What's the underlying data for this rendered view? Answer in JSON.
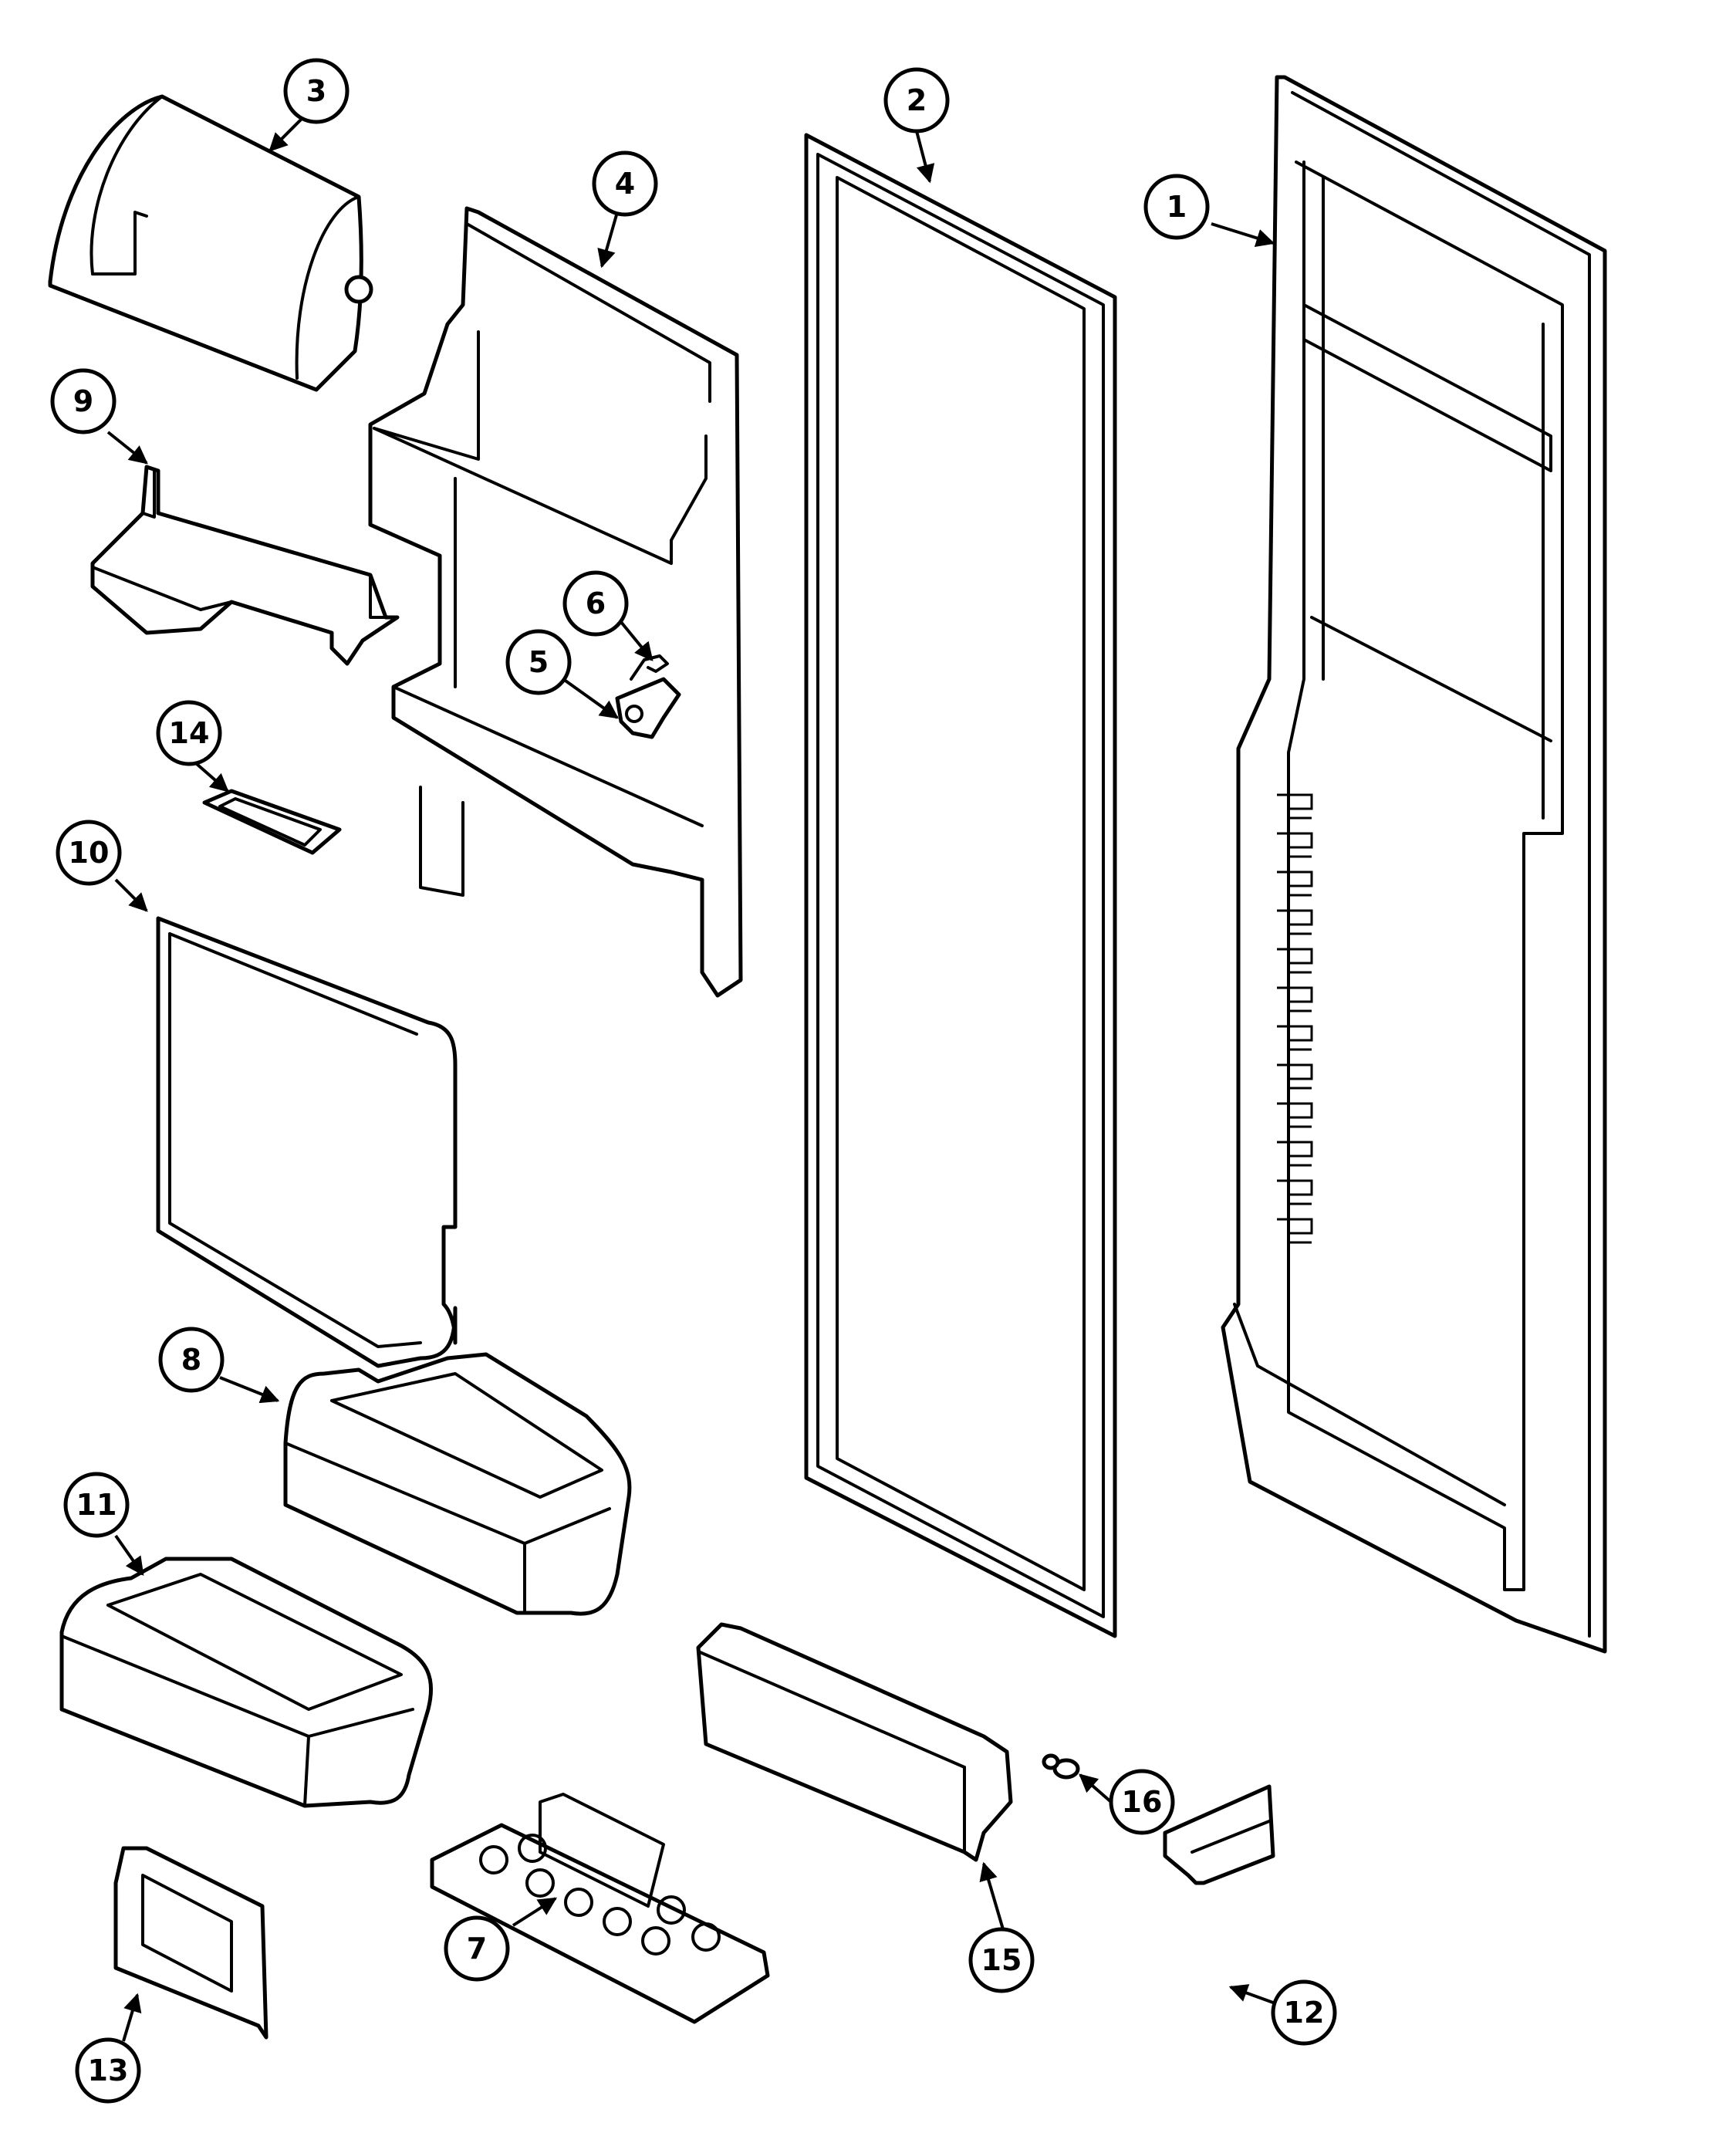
{
  "callouts": [
    {
      "number": "1"
    },
    {
      "number": "2"
    },
    {
      "number": "3"
    },
    {
      "number": "4"
    },
    {
      "number": "5"
    },
    {
      "number": "6"
    },
    {
      "number": "7"
    },
    {
      "number": "8"
    },
    {
      "number": "9"
    },
    {
      "number": "10"
    },
    {
      "number": "11"
    },
    {
      "number": "12"
    },
    {
      "number": "13"
    },
    {
      "number": "14"
    },
    {
      "number": "15"
    },
    {
      "number": "16"
    }
  ],
  "colors": {
    "line": "#000000",
    "background": "#ffffff"
  }
}
